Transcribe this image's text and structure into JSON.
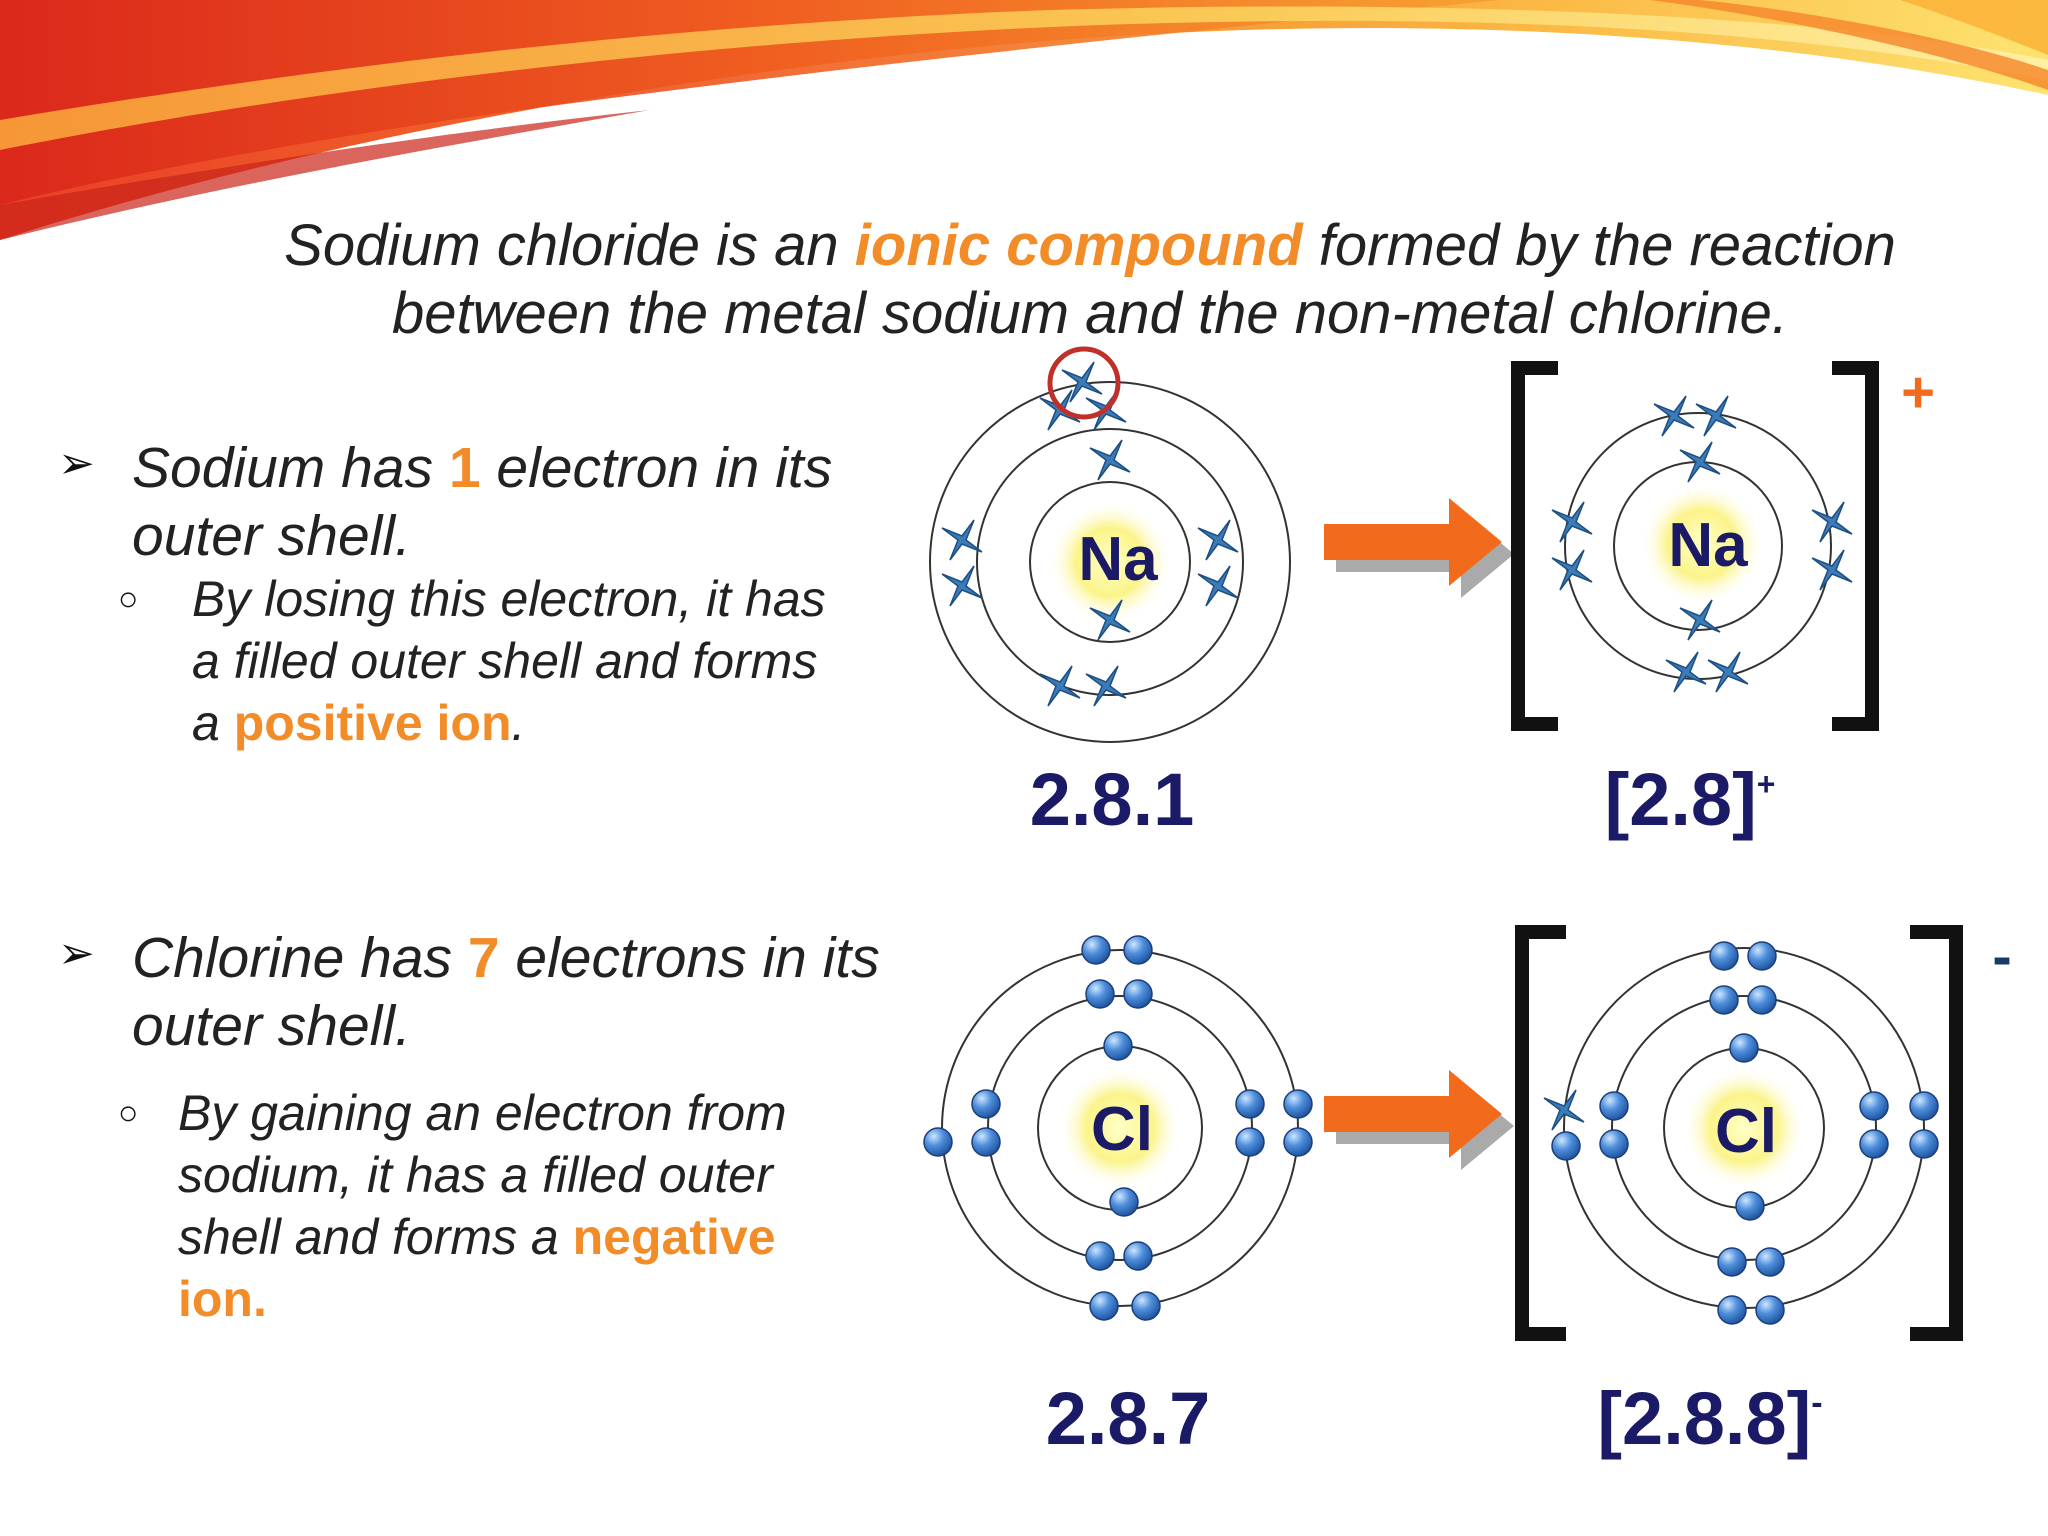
{
  "title": {
    "before": "Sodium chloride is an ",
    "highlight": "ionic compound",
    "after": " formed by the reaction between the metal sodium and the non-metal chlorine."
  },
  "sodium": {
    "bullet_before": "Sodium has ",
    "bullet_number": "1",
    "bullet_after": " electron in its outer shell.",
    "sub_before": "By losing this electron, it has a filled outer shell and forms a ",
    "sub_highlight": "positive ion",
    "sub_after": ".",
    "atom_symbol": "Na",
    "atom_config": "2.8.1",
    "ion_symbol": "Na",
    "ion_config": "[2.8]",
    "ion_charge": "+",
    "bracket_charge": "+"
  },
  "chlorine": {
    "bullet_before": "Chlorine has ",
    "bullet_number": "7",
    "bullet_after": " electrons in its outer shell.",
    "sub_before": "By gaining an electron from sodium, it has a filled outer shell and forms a ",
    "sub_highlight": "negative ion.",
    "atom_symbol": "Cl",
    "atom_config": "2.8.7",
    "ion_symbol": "Cl",
    "ion_config": "[2.8.8]",
    "ion_charge": "-",
    "bracket_charge": "-"
  },
  "colors": {
    "highlight": "#f28c28",
    "arrow": "#f26b1d",
    "formula": "#1a1a66",
    "symbol": "#1a1a66",
    "cross_electron": "#3a7bb8",
    "dot_electron": "#2f6fc0",
    "marker_circle": "#c0302a"
  }
}
